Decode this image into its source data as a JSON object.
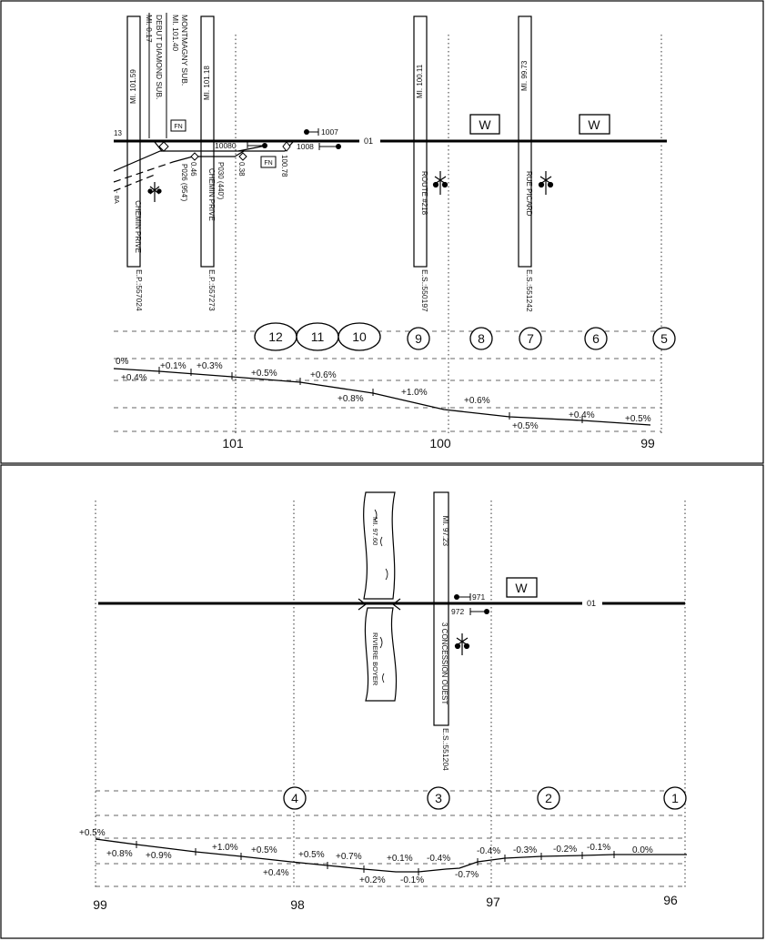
{
  "panel1": {
    "roads": [
      {
        "mile": "MI. 101.59",
        "name": "CHEMIN PRIVE",
        "es": "E.P.:557024"
      },
      {
        "mile": "MI. 101.18",
        "name": "CHEMIN PRIVE",
        "es": "E.P.:557273"
      },
      {
        "mile": "MI. 100.11",
        "name": "ROUTE #218",
        "es": "E.S.:550197"
      },
      {
        "mile": "MI. 99.73",
        "name": "RUE PICARD",
        "es": "E.S.:551242"
      }
    ],
    "notes": {
      "montmagny": "MONTMAGNY SUB.",
      "montmagny_mi": "MI. 101.40",
      "diamond": "DEBUT DIAMOND SUB.",
      "diamond_mi": "MI. 0.17",
      "p026": "P026 (954')",
      "p030": "P030 (440')",
      "v046": "0.46",
      "v038": "0.38",
      "v10078": "100.78",
      "track13": "13",
      "trackA": "- 8A",
      "fn": "FN",
      "track01": "01"
    },
    "signals": {
      "s1007": "1007",
      "s10080": "10080",
      "s1008": "1008"
    },
    "whistle": "W",
    "circles": [
      "12",
      "11",
      "10",
      "9",
      "8",
      "7",
      "6",
      "5"
    ],
    "grades": [
      "0%",
      "+0.4%",
      "+0.1%",
      "+0.3%",
      "+0.5%",
      "+0.6%",
      "+0.8%",
      "+1.0%",
      "+0.6%",
      "+0.5%",
      "+0.4%",
      "+0.5%"
    ],
    "mileposts": [
      "101",
      "100",
      "99"
    ]
  },
  "panel2": {
    "river": {
      "mile": "MI. 97.60",
      "name": "RIVIERE BOYER"
    },
    "road": {
      "mile": "MI. 97.23",
      "name": "3 CONCESSION OUEST",
      "es": "E.S.:551204"
    },
    "signals": {
      "s971": "971",
      "s972": "972"
    },
    "whistle": "W",
    "track01": "01",
    "circles": [
      "4",
      "3",
      "2",
      "1"
    ],
    "grades": [
      "+0.5%",
      "+0.8%",
      "+0.9%",
      "+1.0%",
      "+0.5%",
      "+0.4%",
      "+0.5%",
      "+0.7%",
      "+0.2%",
      "+0.1%",
      "-0.1%",
      "-0.4%",
      "-0.7%",
      "-0.4%",
      "-0.3%",
      "-0.2%",
      "-0.1%",
      "0.0%"
    ],
    "mileposts": [
      "99",
      "98",
      "97",
      "96"
    ]
  }
}
